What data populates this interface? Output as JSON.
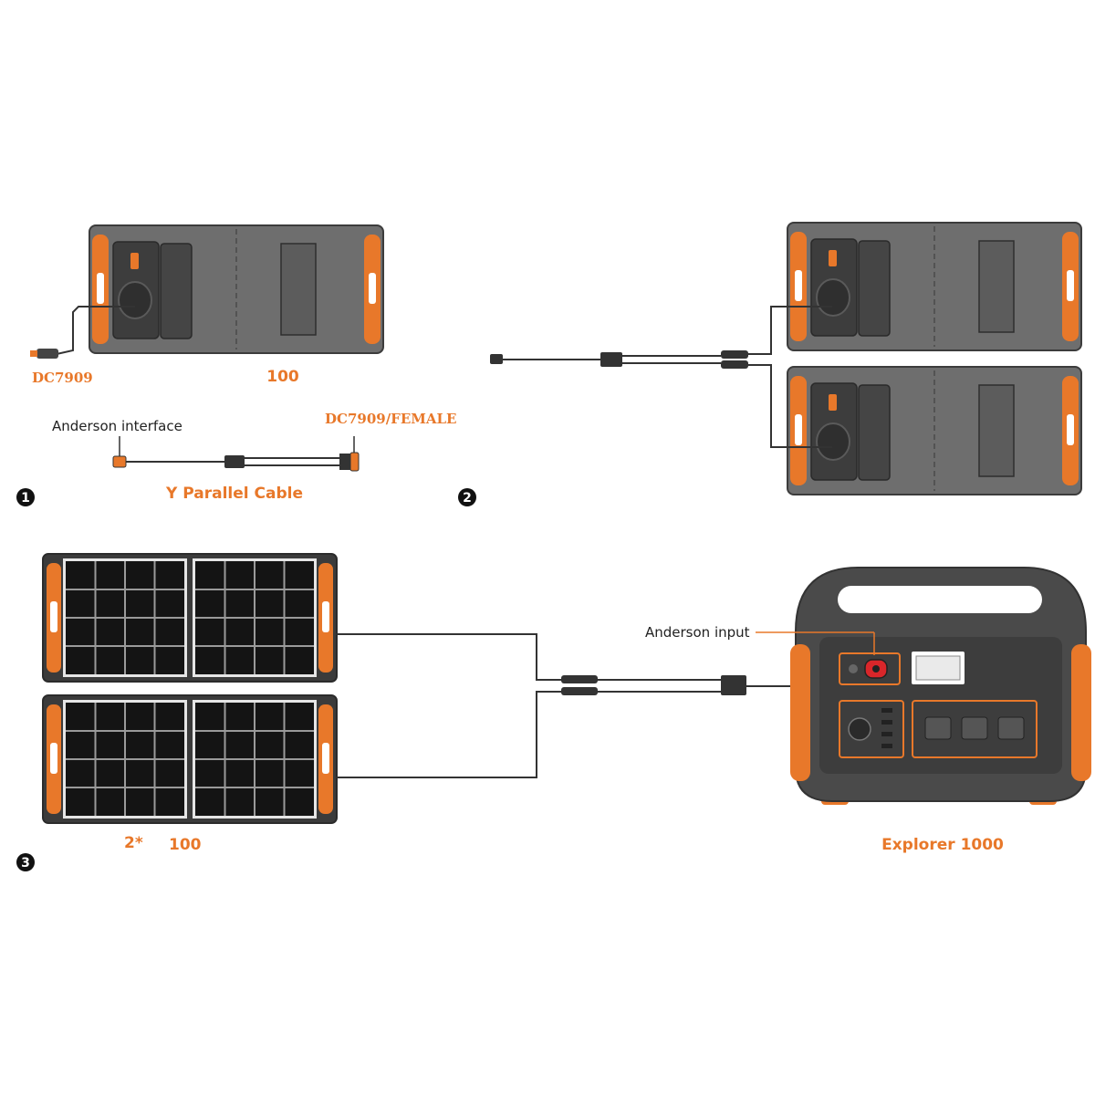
{
  "colors": {
    "orange": "#e8782a",
    "panel_gray": "#6e6e6e",
    "panel_dark": "#3b3b3b",
    "cable": "#333333",
    "station_body": "#4a4a4a"
  },
  "step1": {
    "number": "1",
    "connector_label": "DC7909",
    "panel_label": "100",
    "anderson_label": "Anderson interface",
    "female_label": "DC7909/FEMALE",
    "cable_title": "Y Parallel Cable"
  },
  "step2": {
    "number": "2"
  },
  "step3": {
    "number": "3",
    "panel_count": "2*",
    "panel_label": "100",
    "anderson_input_label": "Anderson input",
    "station_label": "Explorer 1000"
  },
  "icons": {
    "panel_folded": "solar-panel-folded-icon",
    "panel_open": "solar-panel-open-icon",
    "station": "power-station-icon",
    "cable": "y-cable-icon"
  }
}
